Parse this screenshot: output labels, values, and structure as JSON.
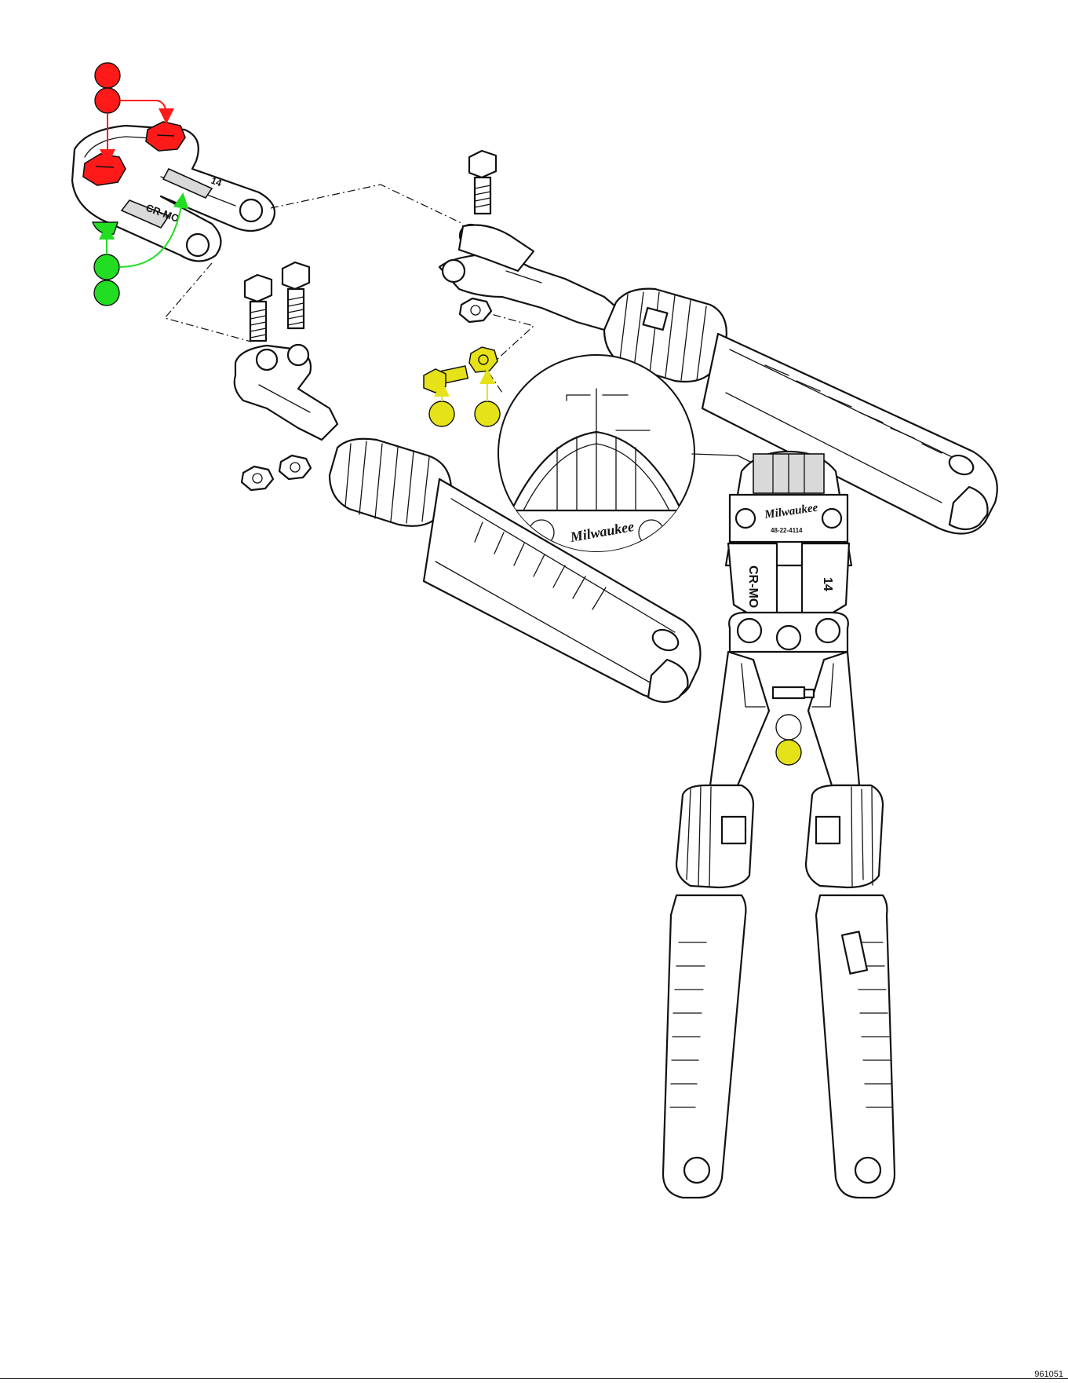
{
  "labels": {
    "jaw_grade": "CR-MO",
    "jaw_size": "14",
    "brand": "Milwaukee",
    "part_number": "48-22-4114"
  },
  "footer": {
    "doc_code": "961051"
  },
  "colors": {
    "step_red": "#ff1a1a",
    "step_green": "#22dd22",
    "step_yellow": "#e6e21a",
    "ink": "#111111"
  },
  "callouts": [
    {
      "color": "red",
      "count": 2
    },
    {
      "color": "green",
      "count": 2
    },
    {
      "color": "yellow",
      "count": 3
    },
    {
      "color": "white",
      "count": 1
    }
  ]
}
